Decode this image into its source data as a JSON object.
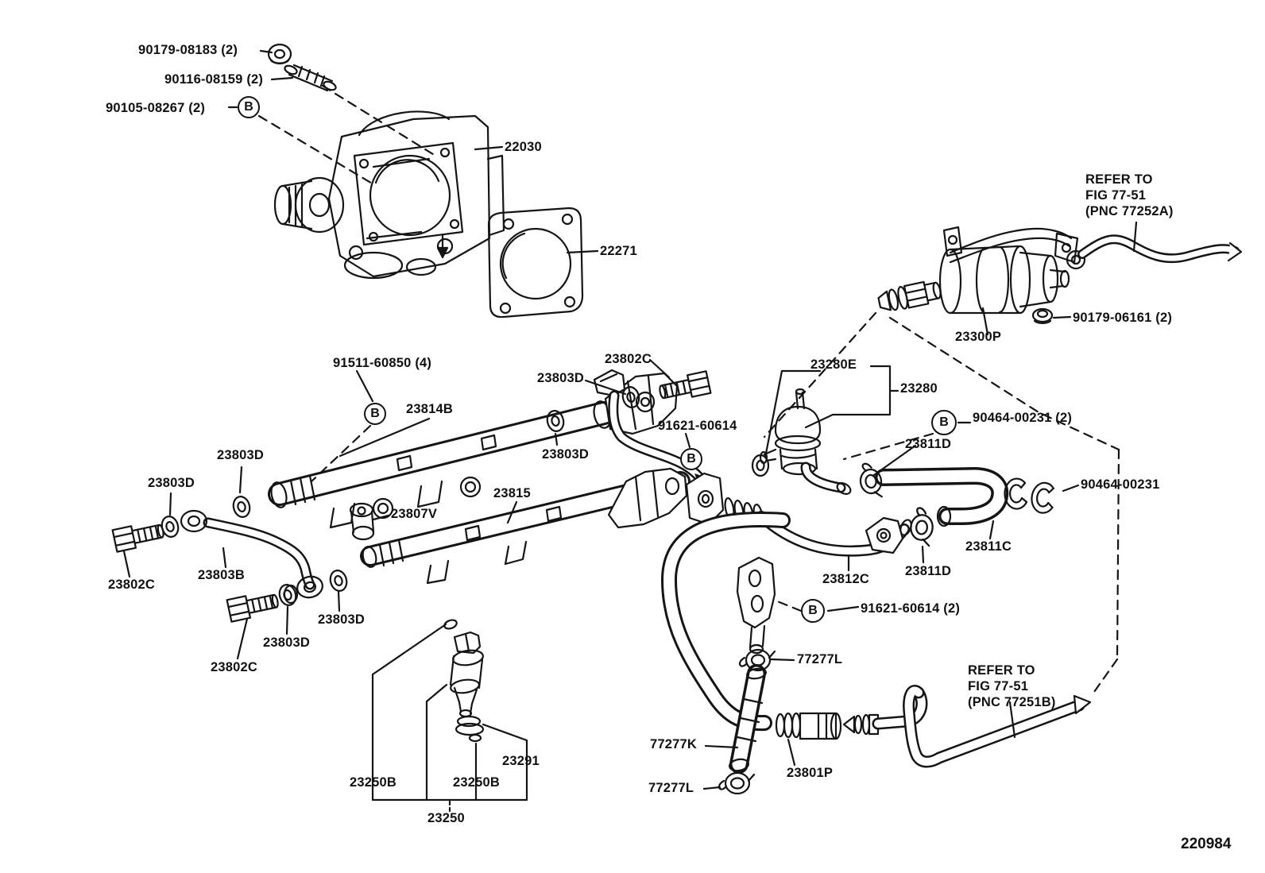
{
  "figure": {
    "number": "220984",
    "description": "fuel injection system parts diagram"
  },
  "colors": {
    "ink": "#151515",
    "paper": "#ffffff"
  },
  "labels": [
    {
      "id": "p90179-08183",
      "text": "90179-08183 (2)"
    },
    {
      "id": "p90116-08159",
      "text": "90116-08159 (2)"
    },
    {
      "id": "p90105-08267",
      "text": "90105-08267 (2)"
    },
    {
      "id": "p22030",
      "text": "22030"
    },
    {
      "id": "p22271",
      "text": "22271"
    },
    {
      "id": "refer-77252a",
      "text": "REFER TO\nFIG 77-51\n(PNC 77252A)"
    },
    {
      "id": "p90179-06161",
      "text": "90179-06161 (2)"
    },
    {
      "id": "p23300p",
      "text": "23300P"
    },
    {
      "id": "p91511-60850",
      "text": "91511-60850 (4)"
    },
    {
      "id": "p23814b",
      "text": "23814B"
    },
    {
      "id": "p23803d-a",
      "text": "23803D"
    },
    {
      "id": "p23802c-a",
      "text": "23802C"
    },
    {
      "id": "p91621-60614-a",
      "text": "91621-60614"
    },
    {
      "id": "p23803d-b",
      "text": "23803D"
    },
    {
      "id": "p23280e",
      "text": "23280E"
    },
    {
      "id": "p23280",
      "text": "23280"
    },
    {
      "id": "p90464-00231-2",
      "text": "90464-00231 (2)"
    },
    {
      "id": "p23811d-a",
      "text": "23811D"
    },
    {
      "id": "p23803d-c",
      "text": "23803D"
    },
    {
      "id": "p23803d-d",
      "text": "23803D"
    },
    {
      "id": "p90464-00231",
      "text": "90464-00231"
    },
    {
      "id": "p23807v",
      "text": "23807V"
    },
    {
      "id": "p23815",
      "text": "23815"
    },
    {
      "id": "p23802c-b",
      "text": "23802C"
    },
    {
      "id": "p23803b",
      "text": "23803B"
    },
    {
      "id": "p23811c",
      "text": "23811C"
    },
    {
      "id": "p23811d-b",
      "text": "23811D"
    },
    {
      "id": "p23812c",
      "text": "23812C"
    },
    {
      "id": "p23803d-e",
      "text": "23803D"
    },
    {
      "id": "p23803d-f",
      "text": "23803D"
    },
    {
      "id": "p91621-60614-b",
      "text": "91621-60614 (2)"
    },
    {
      "id": "p23802c-c",
      "text": "23802C"
    },
    {
      "id": "p77277l-a",
      "text": "77277L"
    },
    {
      "id": "refer-77251b",
      "text": "REFER TO\nFIG 77-51\n(PNC 77251B)"
    },
    {
      "id": "p77277k",
      "text": "77277K"
    },
    {
      "id": "p23291",
      "text": "23291"
    },
    {
      "id": "p23801p",
      "text": "23801P"
    },
    {
      "id": "p77277l-b",
      "text": "77277L"
    },
    {
      "id": "p23250b-a",
      "text": "23250B"
    },
    {
      "id": "p23250b-b",
      "text": "23250B"
    },
    {
      "id": "p23250",
      "text": "23250"
    },
    {
      "id": "figure-number",
      "text": "220984"
    }
  ],
  "markers": [
    {
      "letter": "B"
    },
    {
      "letter": "B"
    },
    {
      "letter": "B"
    },
    {
      "letter": "B"
    },
    {
      "letter": "B"
    }
  ]
}
